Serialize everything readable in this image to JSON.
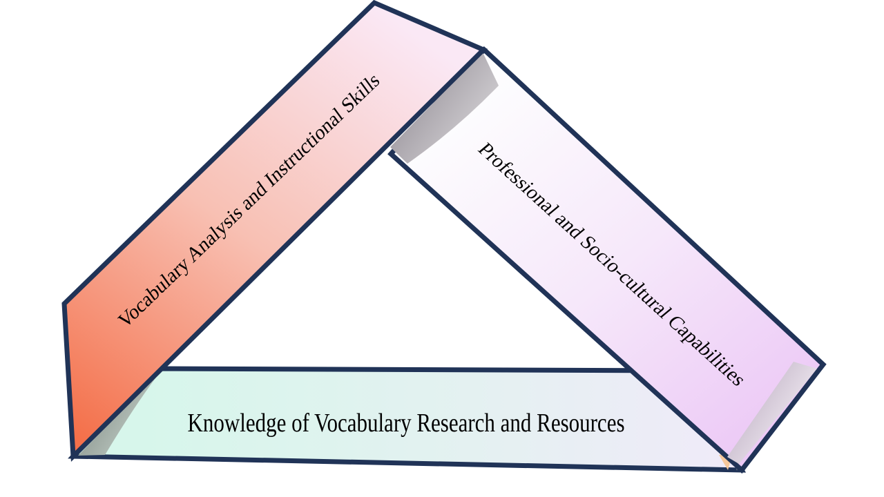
{
  "diagram": {
    "type": "folded-ribbon-triangle",
    "bands": [
      {
        "side": "left",
        "label": "Vocabulary Analysis and Instructional Skills"
      },
      {
        "side": "right",
        "label": "Professional and Socio-cultural Capabilities"
      },
      {
        "side": "bottom",
        "label": "Knowledge of Vocabulary Research and Resources"
      }
    ]
  },
  "colors": {
    "background": "#ffffff",
    "border": "#203357",
    "text": "#000000",
    "left_band_start": "#fae8f5",
    "left_band_mid": "#f8c0b3",
    "left_band_end": "#f4704a",
    "right_band_start": "#fdfdfe",
    "right_band_mid": "#f6e8fa",
    "right_band_end": "#ecc9f6",
    "bottom_band_start": "#d7f6eb",
    "bottom_band_mid": "#e4f1f1",
    "bottom_band_end": "#f0eaf9",
    "fold_top_dark": "#a29da4",
    "fold_top_light": "#dcdadd",
    "fold_bl_dark": "#97a29b",
    "fold_bl_light": "#ccd8d1",
    "fold_br_dark": "#cdc1d1",
    "fold_br_light": "#e6dee8",
    "sliver_peach": "#f6c79b",
    "sliver_gray": "#8f979c"
  }
}
